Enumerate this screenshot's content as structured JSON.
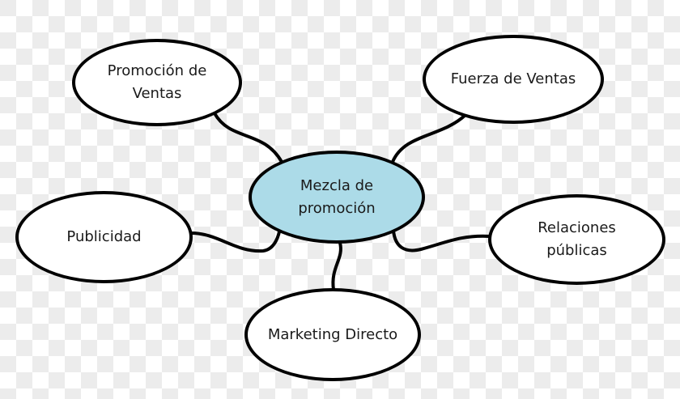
{
  "diagram": {
    "type": "mind-map",
    "center": {
      "line1": "Mezcla de",
      "line2": "promoción",
      "fill": "#acdbe8"
    },
    "nodes": [
      {
        "id": "promocion-ventas",
        "line1": "Promoción de",
        "line2": "Ventas"
      },
      {
        "id": "fuerza-ventas",
        "line1": "Fuerza de Ventas"
      },
      {
        "id": "publicidad",
        "line1": "Publicidad"
      },
      {
        "id": "relaciones-publicas",
        "line1": "Relaciones",
        "line2": "públicas"
      },
      {
        "id": "marketing-directo",
        "line1": "Marketing Directo"
      }
    ],
    "connections": [
      [
        "center",
        "promocion-ventas"
      ],
      [
        "center",
        "fuerza-ventas"
      ],
      [
        "center",
        "publicidad"
      ],
      [
        "center",
        "relaciones-publicas"
      ],
      [
        "center",
        "marketing-directo"
      ]
    ],
    "colors": {
      "stroke": "#000000",
      "node_fill": "#ffffff",
      "center_fill": "#acdbe8"
    }
  }
}
